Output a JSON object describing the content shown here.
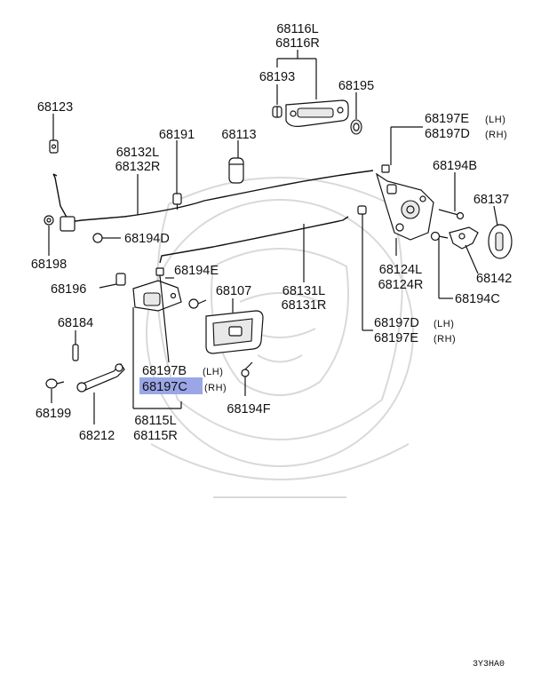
{
  "diagram": {
    "code": "3Y3HA0",
    "highlighted_part": "68197C",
    "colors": {
      "highlight": "#9aa6e6",
      "line": "#111111",
      "watermark": "#d9d9d9"
    },
    "labels": {
      "p68116L": "68116L",
      "p68116R": "68116R",
      "p68193": "68193",
      "p68195": "68195",
      "p68123": "68123",
      "p68191": "68191",
      "p68113": "68113",
      "p68132L": "68132L",
      "p68132R": "68132R",
      "p68197E_top": "68197E",
      "p68197E_top_side": "(LH)",
      "p68197D_top": "68197D",
      "p68197D_top_side": "(RH)",
      "p68194B": "68194B",
      "p68137": "68137",
      "p68198": "68198",
      "p68194D": "68194D",
      "p68196": "68196",
      "p68194E": "68194E",
      "p68107": "68107",
      "p68131L": "68131L",
      "p68131R": "68131R",
      "p68124L": "68124L",
      "p68124R": "68124R",
      "p68142": "68142",
      "p68194C": "68194C",
      "p68184": "68184",
      "p68197D_bot": "68197D",
      "p68197D_bot_side": "(LH)",
      "p68197E_bot": "68197E",
      "p68197E_bot_side": "(RH)",
      "p68197B": "68197B",
      "p68197B_side": "(LH)",
      "p68197C": "68197C",
      "p68197C_side": "(RH)",
      "p68199": "68199",
      "p68212": "68212",
      "p68194F": "68194F",
      "p68115L": "68115L",
      "p68115R": "68115R"
    }
  }
}
